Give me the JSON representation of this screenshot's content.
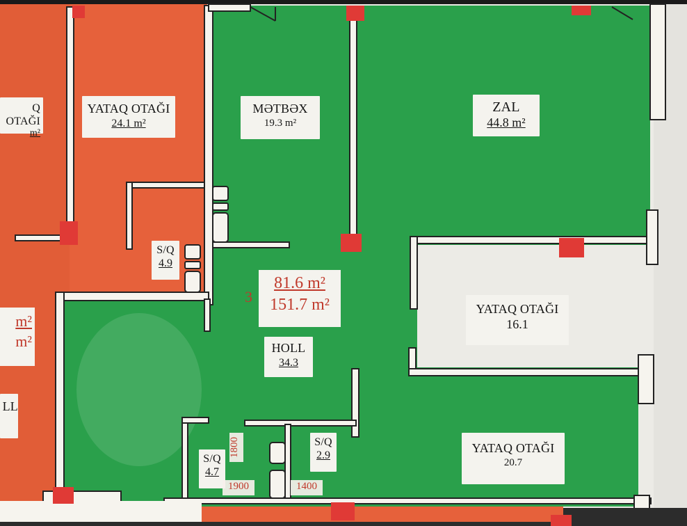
{
  "colors": {
    "red_zone": "#e6613b",
    "green_zone": "#2aa04b",
    "wall": "#f6f4ee",
    "wall_outline": "#222222",
    "door_marker": "#e03a36",
    "text_red": "#c0392b"
  },
  "rooms": {
    "metbex": {
      "name": "MƏTBƏX",
      "area": "19.3 m²"
    },
    "zal": {
      "name": "ZAL",
      "area": "44.8 m²"
    },
    "yataq_left": {
      "name": "YATAQ OTAĞI",
      "area": "24.1 m²"
    },
    "yataq_left_cut": {
      "name": "Q OTAĞI",
      "area": "m²"
    },
    "yataq_mid_right": {
      "name": "YATAQ OTAĞI",
      "area": "16.1"
    },
    "yataq_bottom_right": {
      "name": "YATAQ OTAĞI",
      "area": "20.7"
    },
    "holl": {
      "name": "HOLL",
      "area": "34.3"
    },
    "sq_upper": {
      "name": "S/Q",
      "area": "4.9"
    },
    "sq_lower_left": {
      "name": "S/Q",
      "area": "4.7"
    },
    "sq_lower_right": {
      "name": "S/Q",
      "area": "2.9"
    },
    "left_cut_area": {
      "line1": "m²",
      "line2": "m²"
    },
    "left_cut_hall": {
      "name": "LL"
    }
  },
  "apartment": {
    "rooms_count": "3",
    "living_area": "81.6 m²",
    "total_area": "151.7 m²"
  },
  "dimensions": {
    "d1800": "1800",
    "d1900": "1900",
    "d1400": "1400"
  }
}
